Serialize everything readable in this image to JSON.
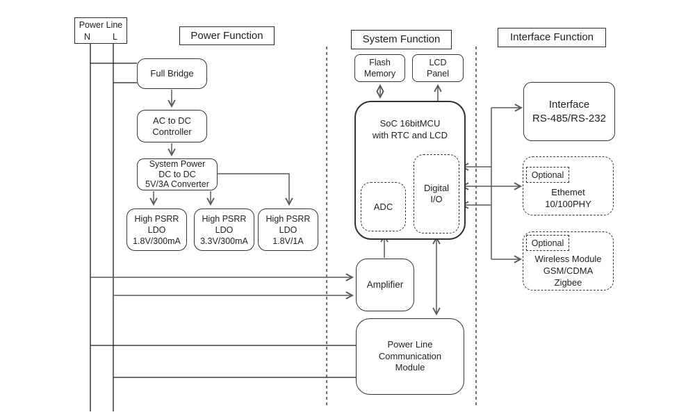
{
  "colors": {
    "background": "#ffffff",
    "box_border": "#333333",
    "rail_line": "#1a1a1a",
    "connector": "#595959",
    "text": "#1f1f1f"
  },
  "power_line": {
    "title": "Power Line",
    "neutral_label": "N",
    "live_label": "L"
  },
  "headers": {
    "power": "Power Function",
    "system": "System Function",
    "interface": "Interface Function"
  },
  "power_blocks": {
    "full_bridge": {
      "label": "Full Bridge"
    },
    "ac_dc_controller": {
      "line1": "AC to DC",
      "line2": "Controller"
    },
    "system_power": {
      "line1": "System Power",
      "line2": "DC to DC",
      "line3": "5V/3A Converter"
    },
    "ldo_1v8_300ma": {
      "line1": "High PSRR",
      "line2": "LDO",
      "line3": "1.8V/300mA"
    },
    "ldo_3v3_300ma": {
      "line1": "High PSRR",
      "line2": "LDO",
      "line3": "3.3V/300mA"
    },
    "ldo_1v8_1a": {
      "line1": "High PSRR",
      "line2": "LDO",
      "line3": "1.8V/1A"
    }
  },
  "system_blocks": {
    "flash_memory": {
      "line1": "Flash",
      "line2": "Memory"
    },
    "lcd_panel": {
      "line1": "LCD",
      "line2": "Panel"
    },
    "soc": {
      "line1": "SoC 16bitMCU",
      "line2": "with RTC and LCD"
    },
    "adc": {
      "label": "ADC"
    },
    "digital_io": {
      "line1": "Digital",
      "line2": "I/O"
    },
    "amplifier": {
      "label": "Amplifier"
    },
    "plc_module": {
      "line1": "Power Line",
      "line2": "Communication",
      "line3": "Module"
    }
  },
  "interface_blocks": {
    "rs_interface": {
      "line1": "Interface",
      "line2": "RS-485/RS-232"
    },
    "ethernet": {
      "optional_label": "Optional",
      "line1": "Ethemet",
      "line2": "10/100PHY"
    },
    "wireless": {
      "optional_label": "Optional",
      "line1": "Wireless Module",
      "line2": "GSM/CDMA",
      "line3": "Zigbee"
    }
  }
}
